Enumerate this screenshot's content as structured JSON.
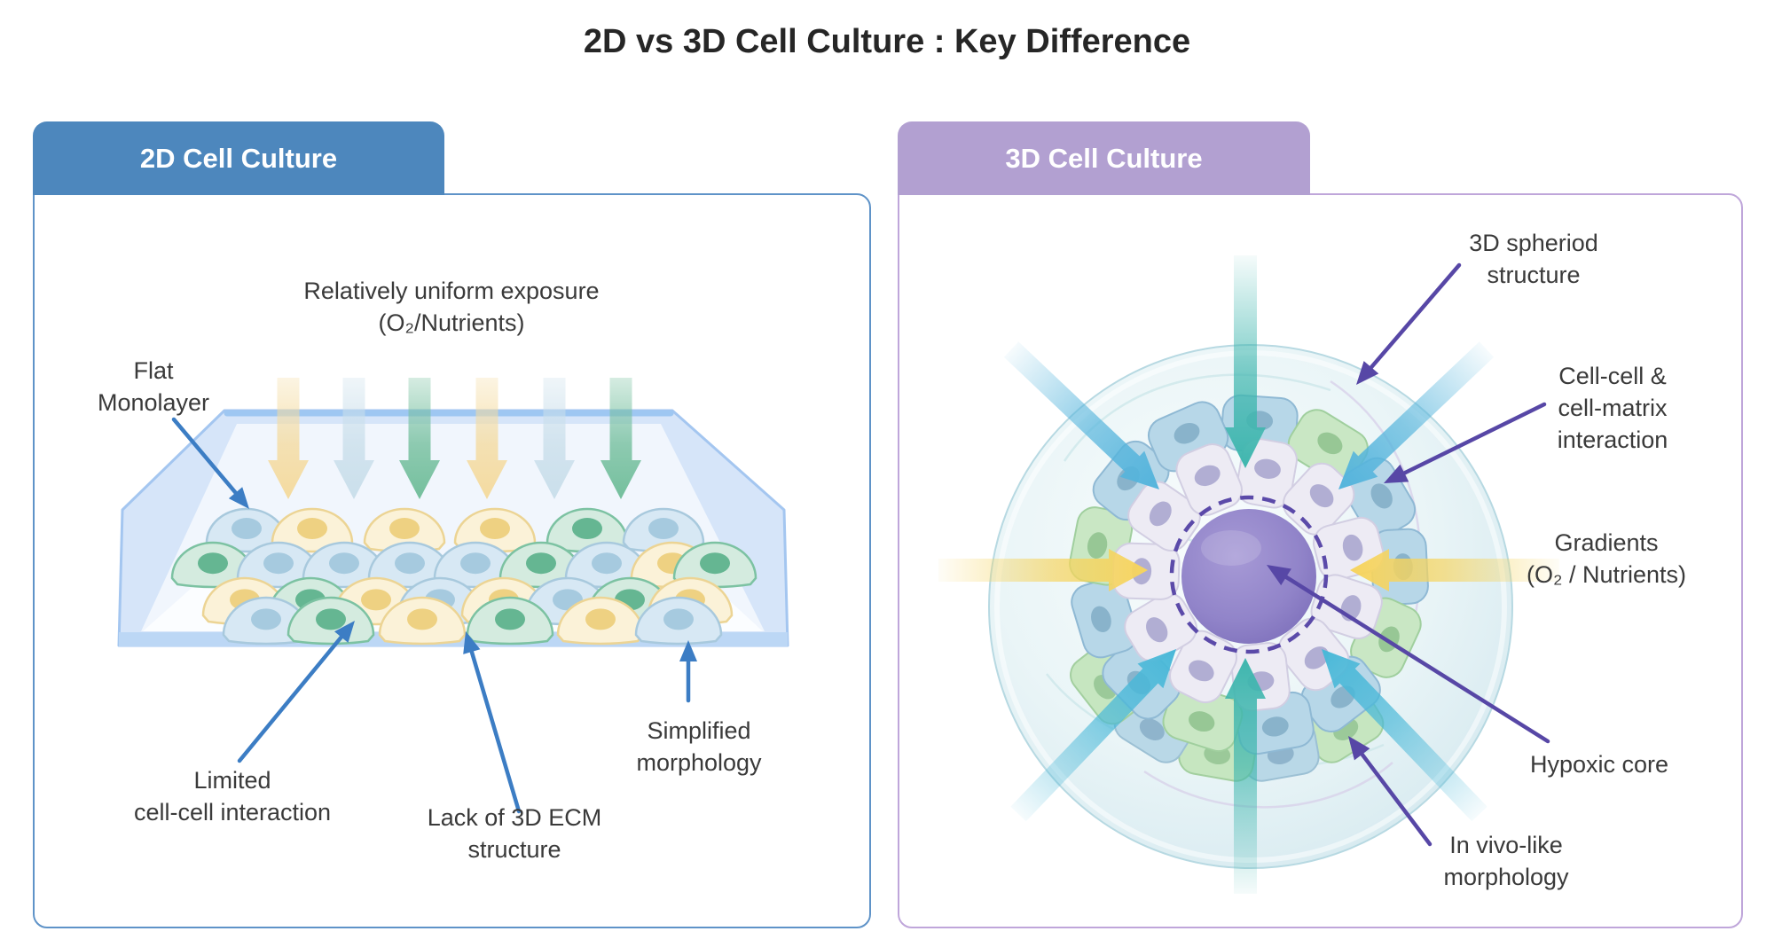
{
  "title": "2D vs 3D Cell Culture : Key Difference",
  "left_panel": {
    "tab": "2D Cell Culture",
    "labels": {
      "exposure_1": "Relatively uniform exposure",
      "exposure_2": "(O₂/Nutrients)",
      "flat_1": "Flat",
      "flat_2": "Monolayer",
      "limited_1": "Limited",
      "limited_2": "cell-cell interaction",
      "ecm_1": "Lack of 3D ECM",
      "ecm_2": "structure",
      "simplified_1": "Simplified",
      "simplified_2": "morphology"
    }
  },
  "right_panel": {
    "tab": "3D Cell Culture",
    "labels": {
      "spheroid_1": "3D spheriod",
      "spheroid_2": "structure",
      "cellcell_1": "Cell-cell &",
      "cellcell_2": "cell-matrix",
      "cellcell_3": "interaction",
      "gradients_1": "Gradients",
      "gradients_2": "(O₂ / Nutrients)",
      "hypoxic": "Hypoxic core",
      "invivo_1": "In vivo-like",
      "invivo_2": "morphology"
    }
  },
  "colors": {
    "left_accent": "#4d87bd",
    "right_accent": "#b2a0d1",
    "annotation_blue": "#3c7dc4",
    "annotation_purple": "#5747a6",
    "teal_arrow": "#3eb6ae",
    "diag_blue_arrow": "#54b4dc",
    "yellow_arrow": "#f6d45e"
  }
}
